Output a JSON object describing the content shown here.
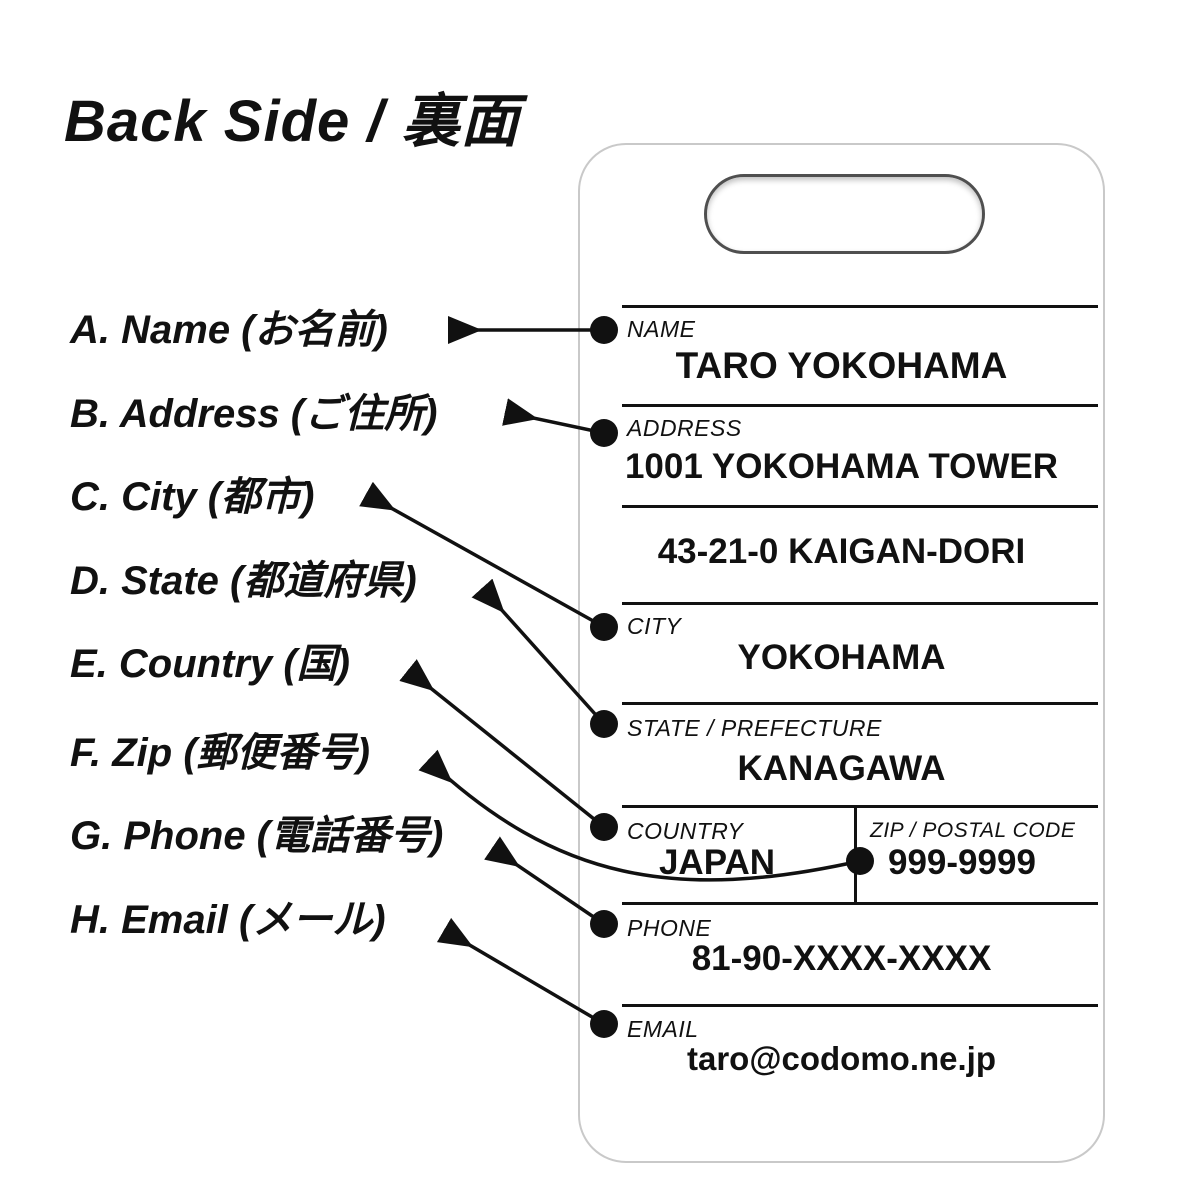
{
  "title": "Back Side / 裏面",
  "legend": {
    "items": [
      {
        "id": "A",
        "label": "A. Name (お名前)"
      },
      {
        "id": "B",
        "label": "B. Address (ご住所)"
      },
      {
        "id": "C",
        "label": "C. City (都市)"
      },
      {
        "id": "D",
        "label": "D. State (都道府県)"
      },
      {
        "id": "E",
        "label": "E. Country (国)"
      },
      {
        "id": "F",
        "label": "F. Zip (郵便番号)"
      },
      {
        "id": "G",
        "label": "G. Phone (電話番号)"
      },
      {
        "id": "H",
        "label": "H. Email (メール)"
      }
    ]
  },
  "tag": {
    "name": {
      "label": "NAME",
      "value": "TARO YOKOHAMA"
    },
    "address": {
      "label": "ADDRESS",
      "line1": "1001 YOKOHAMA TOWER",
      "line2": "43-21-0 KAIGAN-DORI"
    },
    "city": {
      "label": "CITY",
      "value": "YOKOHAMA"
    },
    "state": {
      "label": "STATE / PREFECTURE",
      "value": "KANAGAWA"
    },
    "country": {
      "label": "COUNTRY",
      "value": "JAPAN"
    },
    "zip": {
      "label": "ZIP / POSTAL CODE",
      "value": "999-9999"
    },
    "phone": {
      "label": "PHONE",
      "value": "81-90-XXXX-XXXX"
    },
    "email": {
      "label": "EMAIL",
      "value": "taro@codomo.ne.jp"
    }
  }
}
